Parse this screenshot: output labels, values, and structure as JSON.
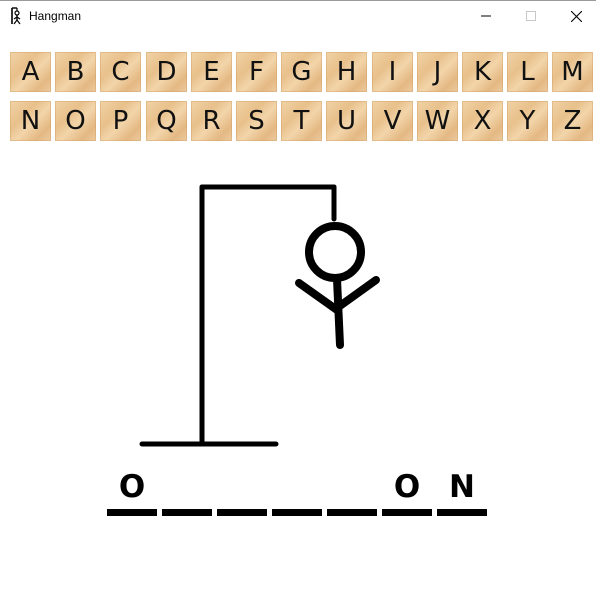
{
  "window": {
    "title": "Hangman",
    "app_icon": "hangman-icon",
    "controls": [
      "minimize-icon",
      "maximize-icon",
      "close-icon"
    ]
  },
  "keyboard": {
    "row1": [
      "A",
      "B",
      "C",
      "D",
      "E",
      "F",
      "G",
      "H",
      "I",
      "J",
      "K",
      "L",
      "M"
    ],
    "row2": [
      "N",
      "O",
      "P",
      "Q",
      "R",
      "S",
      "T",
      "U",
      "V",
      "W",
      "X",
      "Y",
      "Z"
    ],
    "tile_color": "#e9c28f"
  },
  "drawing": {
    "parts_shown": [
      "base",
      "pole",
      "beam",
      "rope",
      "head",
      "body",
      "left-arm",
      "right-arm"
    ],
    "stroke_color": "#000000"
  },
  "word": {
    "slots": [
      "O",
      "",
      "",
      "",
      "",
      "O",
      "N"
    ]
  }
}
